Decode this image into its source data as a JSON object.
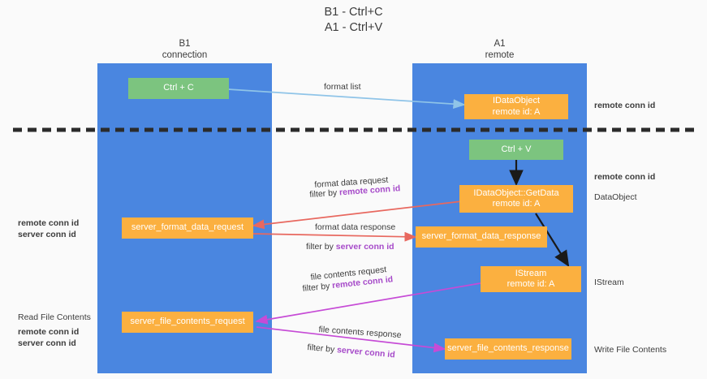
{
  "title": {
    "line1": "B1 - Ctrl+C",
    "line2": "A1 - Ctrl+V"
  },
  "lanes": [
    {
      "id": "b1",
      "name": "B1",
      "role": "connection"
    },
    {
      "id": "a1",
      "name": "A1",
      "role": "remote"
    }
  ],
  "nodes": {
    "ctrl_c": {
      "label": "Ctrl + C",
      "color": "#7cc47f"
    },
    "idataobject": {
      "line1": "IDataObject",
      "line2": "remote id: A",
      "color": "#fbb040"
    },
    "ctrl_v": {
      "label": "Ctrl + V",
      "color": "#7cc47f"
    },
    "getdata": {
      "line1": "IDataObject::GetData",
      "line2": "remote id: A",
      "color": "#fbb040"
    },
    "server_format_data_request": {
      "label": "server_format_data_request",
      "color": "#fbb040"
    },
    "server_format_data_response": {
      "label": "server_format_data_response",
      "color": "#fbb040"
    },
    "istream": {
      "line1": "IStream",
      "line2": "remote id: A",
      "color": "#fbb040"
    },
    "server_file_contents_request": {
      "label": "server_file_contents_request",
      "color": "#fbb040"
    },
    "server_file_contents_response": {
      "label": "server_file_contents_response",
      "color": "#fbb040"
    }
  },
  "edge_labels": {
    "format_list": "format list",
    "format_data_request": "format data request",
    "format_data_request_filter_prefix": "filter by ",
    "format_data_request_filter_key": "remote conn id",
    "format_data_response": "format data response",
    "format_data_response_filter_prefix": "filter by ",
    "format_data_response_filter_key": "server conn id",
    "file_contents_request": "file contents request",
    "file_contents_request_filter_prefix": "filter by ",
    "file_contents_request_filter_key": "remote conn id",
    "file_contents_response": "file contents response",
    "file_contents_response_filter_prefix": "filter by ",
    "file_contents_response_filter_key": "server conn id"
  },
  "annotations": {
    "right_remote_conn_id_top": "remote conn id",
    "right_remote_conn_id_mid": "remote conn id",
    "right_dataobject": "DataObject",
    "right_istream": "IStream",
    "right_write_file_contents": "Write File Contents",
    "left_read_file_contents": "Read File Contents",
    "left_remote_conn_id_mid": "remote conn id",
    "left_server_conn_id_mid": "server conn id",
    "left_remote_conn_id_bottom": "remote conn id",
    "left_server_conn_id_bottom": "server conn id"
  },
  "colors": {
    "lane": "#4a86e0",
    "green": "#7cc47f",
    "orange": "#fbb040",
    "purple": "#a64ac9",
    "red_arrow": "#e8685f",
    "magenta_arrow": "#c64bd6",
    "blue_arrow": "#8fc4e8",
    "black": "#1a1a1a",
    "background": "#fafafa"
  }
}
